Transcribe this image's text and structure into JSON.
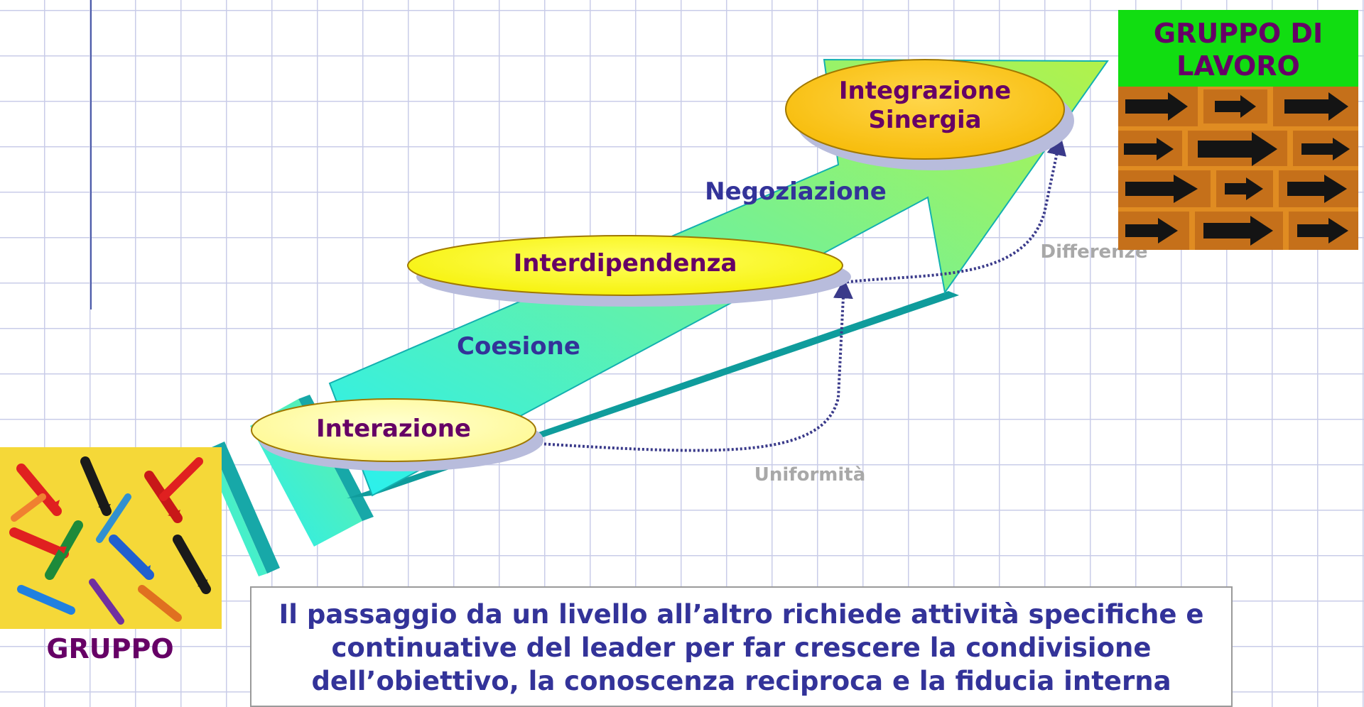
{
  "stages": {
    "interazione": "Interazione",
    "interdipendenza": "Interdipendenza",
    "integrazione_line1": "Integrazione",
    "integrazione_line2": "Sinergia"
  },
  "transitions": {
    "coesione": "Coesione",
    "negoziazione": "Negoziazione"
  },
  "side_labels": {
    "uniformita": "Uniformità",
    "differenze": "Differenze"
  },
  "start": {
    "label": "GRUPPO"
  },
  "goal": {
    "title_line1": "GRUPPO DI",
    "title_line2": "LAVORO"
  },
  "note": {
    "line1": "Il passaggio da un livello all’altro richiede attività specifiche e",
    "line2": "continuative del leader per far crescere la condivisione",
    "line3": "dell’obiettivo, la conoscenza reciproca e la fiducia interna"
  },
  "colors": {
    "oval_outline": "#a07800",
    "oval_shadow": "#b8bcdc",
    "title_bg": "#11dd11",
    "text_purple": "#660066",
    "text_navy": "#333399",
    "grid": "#c9cce8",
    "muted_label": "#a8a8a8"
  }
}
